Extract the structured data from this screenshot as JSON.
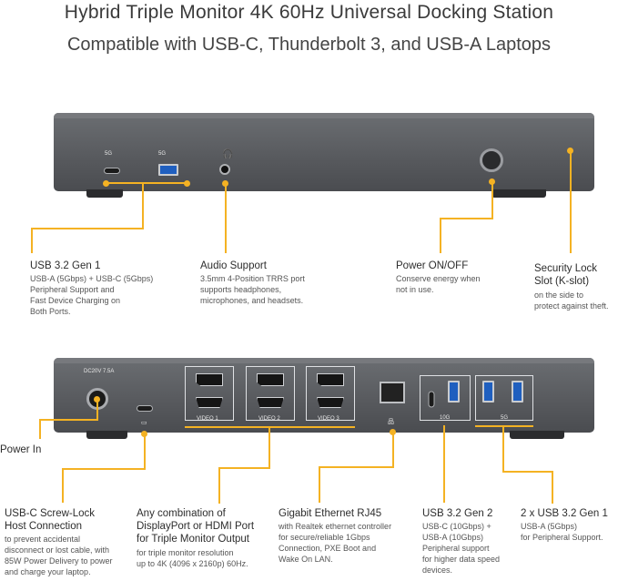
{
  "header": {
    "title": "Hybrid Triple Monitor 4K 60Hz Universal Docking Station",
    "subtitle": "Compatible with USB-C, Thunderbolt 3, and USB-A Laptops"
  },
  "front_panel": {
    "port_labels": {
      "usb5g_1": "5G",
      "usb5g_2": "5G"
    }
  },
  "rear_panel": {
    "dc_label": "DC20V 7.5A",
    "video_labels": [
      "VIDEO 1",
      "VIDEO 2",
      "VIDEO 3"
    ],
    "group_10g": "10G",
    "group_5g": "5G"
  },
  "callouts_top": [
    {
      "title": "USB 3.2 Gen 1",
      "desc": [
        "USB-A (5Gbps) + USB-C (5Gbps)",
        "Peripheral Support and",
        "Fast Device Charging on",
        "Both Ports."
      ]
    },
    {
      "title": "Audio Support",
      "desc": [
        "3.5mm 4-Position TRRS port",
        "supports headphones,",
        "microphones, and headsets."
      ]
    },
    {
      "title": "Power ON/OFF",
      "desc": [
        "Conserve energy when",
        "not in use."
      ]
    },
    {
      "title_lines": [
        "Security Lock",
        "Slot (K-slot)"
      ],
      "desc": [
        "on the side to",
        "protect against theft."
      ]
    }
  ],
  "callouts_bottom": [
    {
      "title": "Power In"
    },
    {
      "title_lines": [
        "USB-C Screw-Lock",
        "Host Connection"
      ],
      "desc": [
        "to prevent accidental",
        "disconnect or lost cable, with",
        "85W Power Delivery to power",
        "and charge your laptop."
      ]
    },
    {
      "title_lines": [
        "Any combination of",
        "DisplayPort or HDMI Port",
        "for Triple Monitor Output"
      ],
      "desc": [
        "for triple monitor resolution",
        "up to 4K (4096 x  2160p) 60Hz."
      ]
    },
    {
      "title": "Gigabit Ethernet RJ45",
      "desc": [
        "with Realtek ethernet controller",
        "for secure/reliable 1Gbps",
        "Connection, PXE Boot and",
        "Wake On LAN."
      ]
    },
    {
      "title": "USB 3.2 Gen 2",
      "desc": [
        "USB-C (10Gbps) +",
        "USB-A (10Gbps)",
        "Peripheral support",
        "for higher data speed",
        "devices."
      ]
    },
    {
      "title": "2 x USB 3.2 Gen 1",
      "desc": [
        "USB-A (5Gbps)",
        "for Peripheral Support."
      ]
    }
  ],
  "colors": {
    "accent": "#f4b223",
    "device": "#5a5c60"
  }
}
